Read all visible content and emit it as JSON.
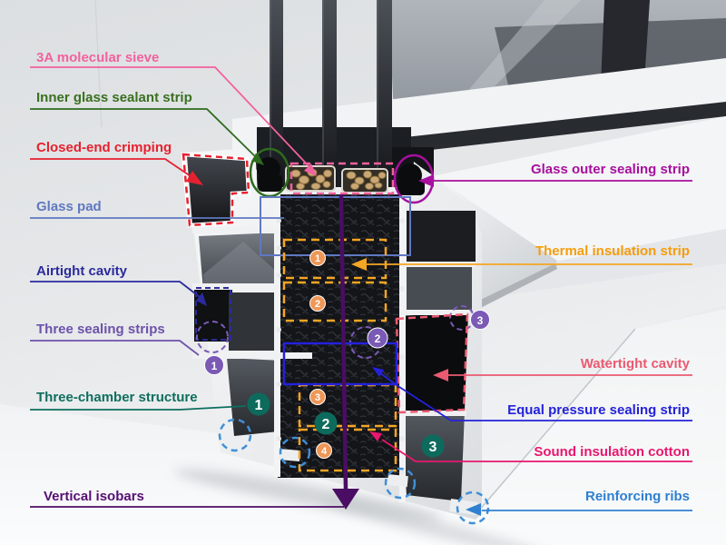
{
  "labels": {
    "left": [
      {
        "text": "3A molecular sieve",
        "color": "#f2619f"
      },
      {
        "text": "Inner glass sealant strip",
        "color": "#3a701f"
      },
      {
        "text": "Closed-end crimping",
        "color": "#e6212f"
      },
      {
        "text": "Glass pad",
        "color": "#5f78c1"
      },
      {
        "text": "Airtight cavity",
        "color": "#2b2b9d"
      },
      {
        "text": "Three sealing strips",
        "color": "#6d52aa"
      },
      {
        "text": "Three-chamber structure",
        "color": "#0e6e5e"
      },
      {
        "text": "Vertical isobars",
        "color": "#560f73"
      }
    ],
    "right": [
      {
        "text": "Glass outer sealing strip",
        "color": "#a70f9e"
      },
      {
        "text": "Thermal insulation strip",
        "color": "#f59d0c"
      },
      {
        "text": "Watertight cavity",
        "color": "#ea5a71"
      },
      {
        "text": "Equal pressure sealing strip",
        "color": "#2422da"
      },
      {
        "text": "Sound insulation cotton",
        "color": "#e8176f"
      },
      {
        "text": "Reinforcing ribs",
        "color": "#2f80d0"
      }
    ]
  },
  "markers": {
    "chamber_numbers": [
      "1",
      "2",
      "3"
    ],
    "chamber_badge_color": "#0c6b5d",
    "insulation_strip_numbers": [
      "1",
      "2",
      "3",
      "4"
    ],
    "insulation_badge_color": "#ef9757",
    "sealing_strip_numbers": [
      "1",
      "2",
      "3"
    ],
    "sealing_badge_color": "#7a5ab5"
  },
  "annotation_colors": {
    "molecular_sieve_box": "#f2619f",
    "inner_sealant_circle": "#2e6b1e",
    "crimping_outline": "#e6212f",
    "glass_pad_box": "#5f78c1",
    "airtight_outline": "#2b2b9d",
    "thermal_strip_boxes": "#f5a623",
    "watertight_outline": "#ea5a71",
    "equal_pressure_box": "#2422da",
    "reinforcing_circles": "#3f8fd8",
    "isobar_arrow": "#4a0d63"
  }
}
